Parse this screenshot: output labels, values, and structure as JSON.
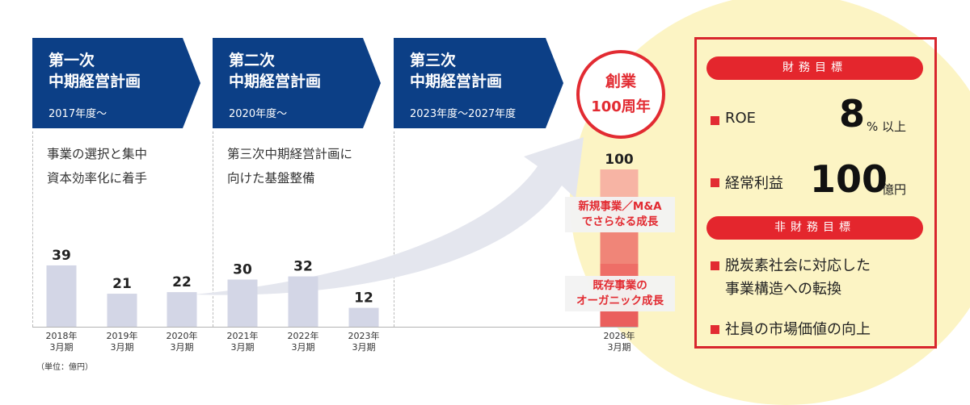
{
  "phases": [
    {
      "title_line1": "第一次",
      "title_line2": "中期経営計画",
      "period": "2017年度〜",
      "desc_line1": "事業の選択と集中",
      "desc_line2": "資本効率化に着手"
    },
    {
      "title_line1": "第二次",
      "title_line2": "中期経営計画",
      "period": "2020年度〜",
      "desc_line1": "第三次中期経営計画に",
      "desc_line2": "向けた基盤整備"
    },
    {
      "title_line1": "第三次",
      "title_line2": "中期経営計画",
      "period": "2023年度〜2027年度"
    }
  ],
  "centennial": {
    "line1": "創業",
    "line2": "100周年"
  },
  "chart_data": {
    "type": "bar",
    "unit": "（単位：億円）",
    "categories": [
      [
        "2018年",
        "3月期"
      ],
      [
        "2019年",
        "3月期"
      ],
      [
        "2020年",
        "3月期"
      ],
      [
        "2021年",
        "3月期"
      ],
      [
        "2022年",
        "3月期"
      ],
      [
        "2023年",
        "3月期"
      ],
      [
        "2028年",
        "3月期"
      ]
    ],
    "values": [
      39,
      21,
      22,
      30,
      32,
      12,
      100
    ],
    "data_labels": [
      "39",
      "21",
      "22",
      "30",
      "32",
      "12",
      "100"
    ],
    "ylim": [
      0,
      100
    ],
    "bar_color": "#d3d6e6",
    "segments": [
      {
        "label_line1": "新規事業／M&A",
        "label_line2": "でさらなる成長",
        "colors": [
          "#f49a88",
          "#f08578"
        ]
      },
      {
        "label_line1": "既存事業の",
        "label_line2": "オーガニック成長",
        "colors": [
          "#ee6e67",
          "#e85f5c"
        ]
      }
    ]
  },
  "targets": {
    "financial_heading": "財務目標",
    "roe": {
      "label": "ROE",
      "value": "8",
      "suffix": "% 以上"
    },
    "ordinary_profit": {
      "label": "経常利益",
      "value": "100",
      "unit": "億円"
    },
    "non_financial_heading": "非財務目標",
    "non_financial": [
      {
        "line1": "脱炭素社会に対応した",
        "line2": "事業構造への転換"
      },
      {
        "line1": "社員の市場価値の向上"
      }
    ]
  }
}
